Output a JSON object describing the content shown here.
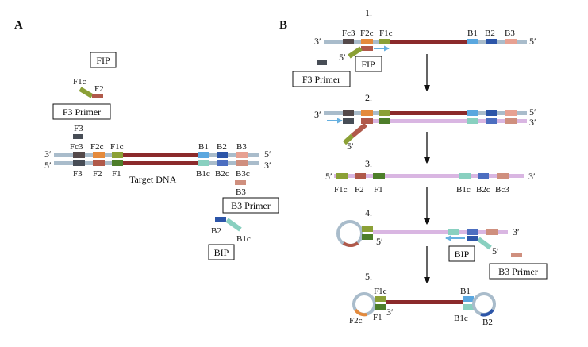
{
  "colors": {
    "backbone": "#a9bccb",
    "target": "#8b2a2b",
    "pink": "#d9b6e2",
    "fc3": "#54494a",
    "f3": "#474d56",
    "f2c": "#e48a3c",
    "f2": "#b0594a",
    "f1": "#4d7e2a",
    "f1c": "#8ba036",
    "b1": "#5aa7df",
    "b2": "#2c55a8",
    "b3": "#e7a192",
    "b1c": "#89d0c0",
    "b2c": "#4c6ec0",
    "b3c": "#cf8f7e",
    "arrow": "#66b0e0"
  },
  "panel_a": {
    "label": "A",
    "fip": {
      "box": "FIP",
      "f1c": "F1c",
      "f2": "F2"
    },
    "f3_primer": {
      "box": "F3 Primer",
      "label": "F3"
    },
    "dna": {
      "top_left": "3′",
      "top_right": "5′",
      "bottom_left": "5′",
      "bottom_right": "3′",
      "top_labels": {
        "fc3": "Fc3",
        "f2c": "F2c",
        "f1c": "F1c",
        "b1": "B1",
        "b2": "B2",
        "b3": "B3"
      },
      "bottom_labels": {
        "f3": "F3",
        "f2": "F2",
        "f1": "F1",
        "b1c": "B1c",
        "b2c": "B2c",
        "b3c": "B3c"
      },
      "target": "Target DNA"
    },
    "b3_primer": {
      "box": "B3 Primer",
      "label": "B3"
    },
    "bip": {
      "box": "BIP",
      "b2": "B2",
      "b1c": "B1c"
    }
  },
  "panel_b": {
    "label": "B",
    "step1": {
      "num": "1.",
      "labels": {
        "fc3": "Fc3",
        "f2c": "F2c",
        "f1c": "F1c",
        "b1": "B1",
        "b2": "B2",
        "b3": "B3"
      },
      "left": "3′",
      "right": "5′",
      "primer_end": "5′",
      "fip_box": "FIP",
      "f3_box": "F3 Primer"
    },
    "step2": {
      "num": "2.",
      "top_right": "5′",
      "bottom_right": "3′",
      "left": "3′",
      "strand_end": "5′"
    },
    "step3": {
      "num": "3.",
      "left": "5′",
      "right": "3′",
      "labels": {
        "f1c": "F1c",
        "f2": "F2",
        "f1": "F1",
        "b1c": "B1c",
        "b2c": "B2c",
        "bc3": "Bc3"
      }
    },
    "step4": {
      "num": "4.",
      "loop_end": "5′",
      "right": "3′",
      "primer_end": "5′",
      "bip_box": "BIP",
      "b3_box": "B3 Primer"
    },
    "step5": {
      "num": "5.",
      "f1c": "F1c",
      "f1": "F1",
      "f2c": "F2c",
      "end3": "3′",
      "b1": "B1",
      "b1c": "B1c",
      "b2": "B2"
    }
  }
}
